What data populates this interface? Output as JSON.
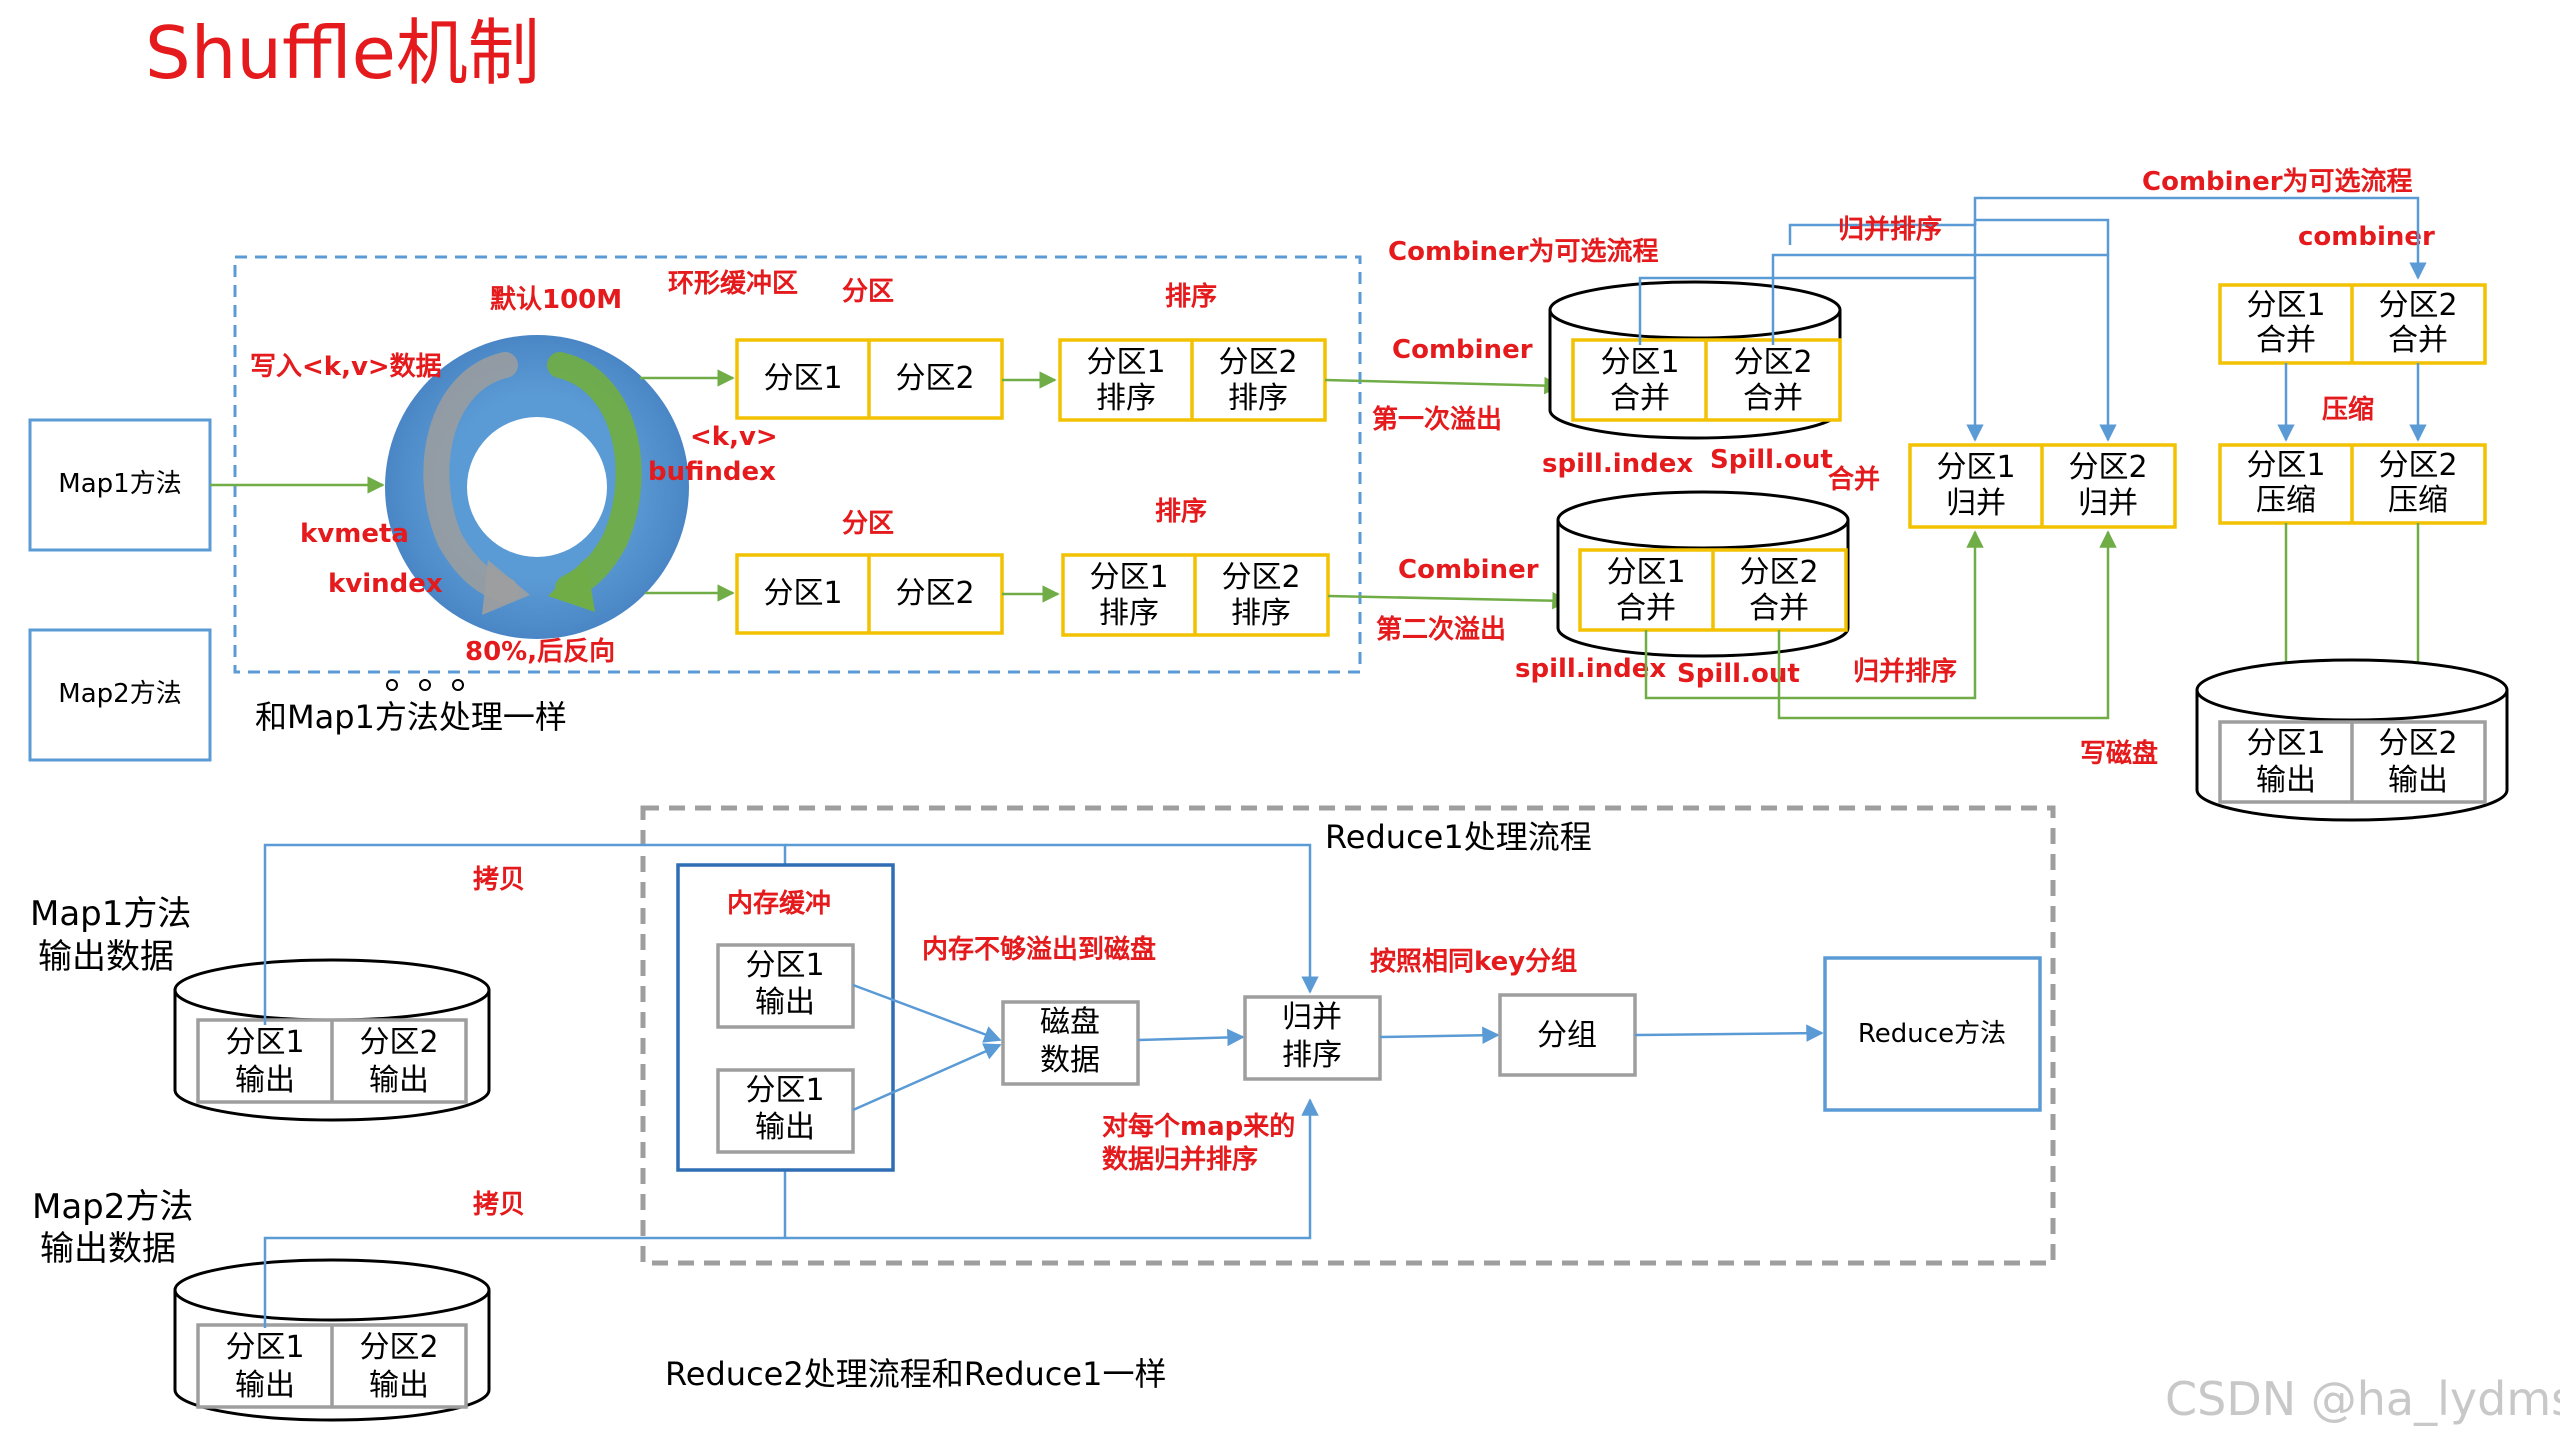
{
  "title": "Shuffle机制",
  "watermark": "CSDN @ha_lydms",
  "map_side": {
    "map1": "Map1方法",
    "map2": "Map2方法",
    "write_kv": "写入<k,v>数据",
    "default_100m": "默认100M",
    "ring_buffer": "环形缓冲区",
    "kvmeta": "kvmeta",
    "kvindex": "kvindex",
    "kv": "<k,v>",
    "bufindex": "bufindex",
    "reverse": "80%,后反向",
    "same_as_map1": "和Map1方法处理一样",
    "partition_label": "分区",
    "sort_label": "排序",
    "p1": "分区1",
    "p2": "分区2",
    "sort_word": "排序",
    "combiner": "Combiner",
    "spill1": "第一次溢出",
    "spill2": "第二次溢出",
    "combiner_optional": "Combiner为可选流程",
    "merge_word": "合并",
    "spill_index": "spill.index",
    "spill_out": "Spill.out",
    "merge_sort": "归并排序",
    "merge": "合并",
    "guibing": "归并",
    "write_disk": "写磁盘",
    "combiner_small": "combiner",
    "compress": "压缩",
    "output": "输出"
  },
  "reduce_side": {
    "map1_output": [
      "Map1方法",
      "输出数据"
    ],
    "map2_output": [
      "Map2方法",
      "输出数据"
    ],
    "copy": "拷贝",
    "reduce1_flow": "Reduce1处理流程",
    "mem_buffer": "内存缓冲",
    "p1": "分区1",
    "p2": "分区2",
    "output": "输出",
    "overflow_disk": "内存不够溢出到磁盘",
    "disk_data": [
      "磁盘",
      "数据"
    ],
    "merge_sort": [
      "归并",
      "排序"
    ],
    "group_by_key": "按照相同key分组",
    "group": "分组",
    "reduce_method": "Reduce方法",
    "per_map_merge": [
      "对每个map来的",
      "数据归并排序"
    ],
    "reduce2_note": "Reduce2处理流程和Reduce1一样"
  },
  "colors": {
    "red": "#e41a1c",
    "blue": "#5b9bd5",
    "blue_dark": "#2f6db5",
    "yellow": "#f2c100",
    "green": "#70ad47",
    "gray": "#9e9e9e",
    "gray_box": "#6f6f6f"
  }
}
